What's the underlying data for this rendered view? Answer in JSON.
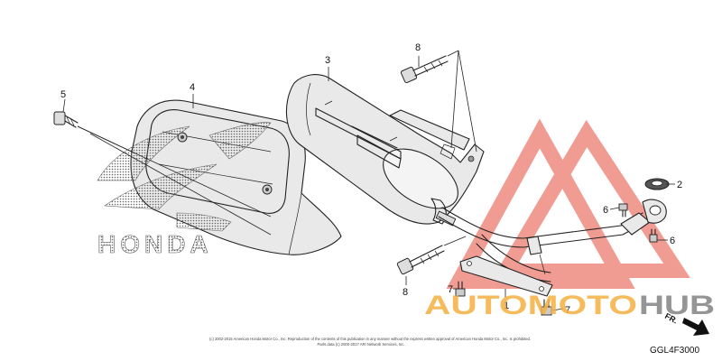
{
  "callouts": {
    "c1": "1",
    "c2": "2",
    "c3": "3",
    "c4": "4",
    "c5": "5",
    "c6a": "6",
    "c6b": "6",
    "c7a": "7",
    "c7b": "7",
    "c8a": "8",
    "c8b": "8"
  },
  "logo_text": "HONDA",
  "watermark": {
    "part1": "AUTOMOTO",
    "part2": "HUB",
    "color_orange": "#f5b041",
    "color_grey": "#8a8a8a",
    "color_red": "#e74c3c"
  },
  "copyright_line1": "(c) 2002-2015 American Honda Motor Co., Inc. Reproduction of the contents of this publication in any manner without the express written approval of American Honda Motor Co., Inc. is prohibited.",
  "copyright_line2": "Parts data (c) 2000-2017 ARI Network Services, Inc.",
  "direction_label": "FR.",
  "diagram_code": "GGL4F3000"
}
